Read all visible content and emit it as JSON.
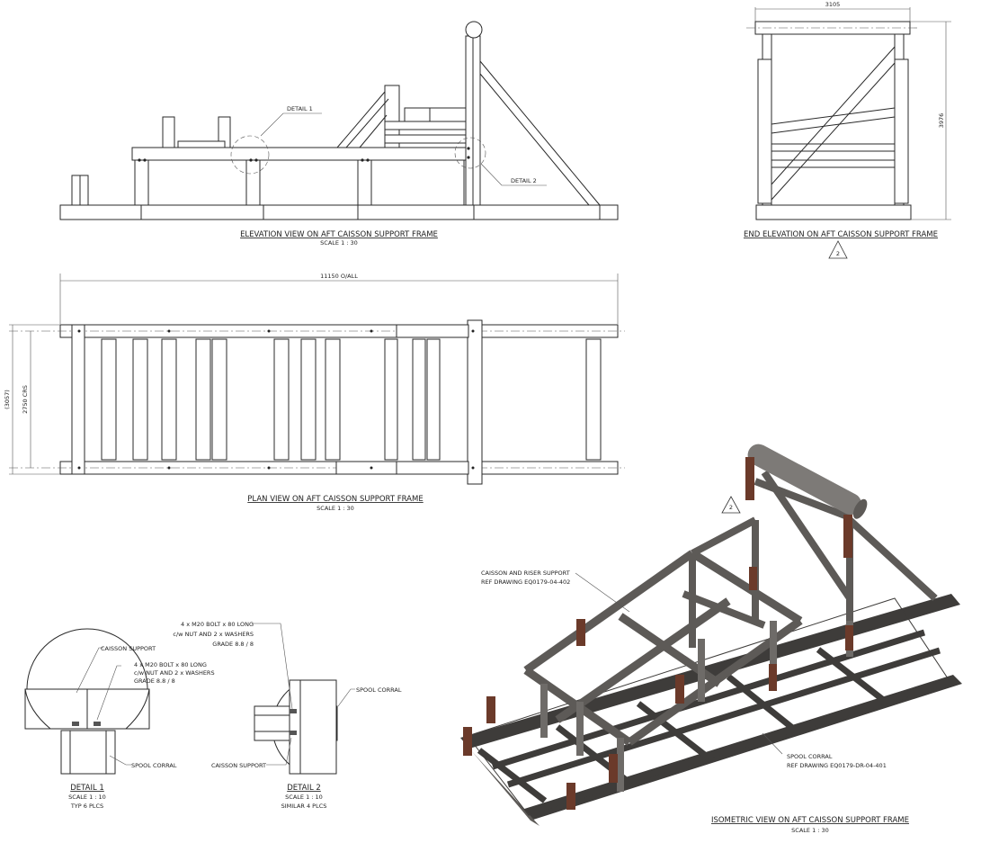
{
  "views": {
    "elevation": {
      "title": "ELEVATION VIEW ON AFT CAISSON SUPPORT FRAME",
      "scale": "SCALE 1 : 30"
    },
    "end_elevation": {
      "title": "END ELEVATION ON AFT CAISSON SUPPORT FRAME",
      "marker": "2"
    },
    "plan": {
      "title": "PLAN VIEW ON AFT CAISSON SUPPORT FRAME",
      "scale": "SCALE 1 : 30"
    },
    "isometric": {
      "title": "ISOMETRIC VIEW ON AFT CAISSON SUPPORT FRAME",
      "scale": "SCALE 1 : 30",
      "marker": "2"
    }
  },
  "callouts": {
    "detail1": "DETAIL 1",
    "detail2": "DETAIL 2"
  },
  "dimensions": {
    "end_width": "3105",
    "end_height": "3976",
    "plan_overall": "11150 O/ALL",
    "plan_crs": "2750 CRS",
    "plan_outer": "(3057)"
  },
  "details": {
    "detail1": {
      "title": "DETAIL 1",
      "scale": "SCALE 1 : 10",
      "note": "TYP 6 PLCS",
      "caisson_support": "CAISSON SUPPORT",
      "bolt_line1": "4 x M20 BOLT x 80 LONG",
      "bolt_line2": "c/w NUT AND 2 x WASHERS",
      "bolt_line3": "GRADE 8.8 / 8",
      "spool_corral": "SPOOL CORRAL"
    },
    "detail2": {
      "title": "DETAIL 2",
      "scale": "SCALE 1 : 10",
      "note": "SIMILAR 4 PLCS",
      "bolt_line1": "4 x M20 BOLT x 80 LONG",
      "bolt_line2": "c/w NUT AND 2 x WASHERS",
      "bolt_line3": "GRADE 8.8 / 8",
      "spool_corral": "SPOOL CORRAL",
      "caisson_support": "CAISSON SUPPORT"
    }
  },
  "iso_notes": {
    "caisson_riser_1": "CAISSON AND RISER SUPPORT",
    "caisson_riser_2": "REF DRAWING EQ0179-04-402",
    "spool_corral_1": "SPOOL CORRAL",
    "spool_corral_2": "REF DRAWING EQ0179-DR-04-401"
  },
  "colors": {
    "line": "#2a2a2a",
    "steel": "#5d5a57",
    "steel_dark": "#3e3c3a",
    "steel_light": "#8a8784",
    "pad": "#6b3a2a"
  }
}
